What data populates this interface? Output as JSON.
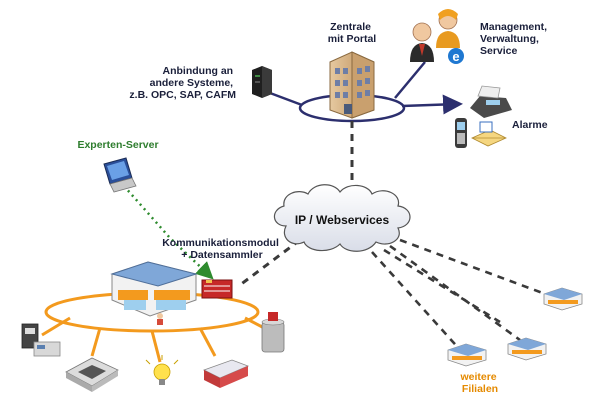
{
  "labels": {
    "zentrale": [
      "Zentrale",
      "mit Portal"
    ],
    "management": [
      "Management,",
      "Verwaltung,",
      "Service"
    ],
    "anbindung": [
      "Anbindung an",
      "andere Systeme,",
      "z.B. OPC, SAP, CAFM"
    ],
    "alarme": "Alarme",
    "experten_server": "Experten-Server",
    "cloud": "IP / Webservices",
    "kommunikation": [
      "Kommunikationsmodul",
      "+ Datensammler"
    ],
    "filialen": [
      "weitere",
      "Filialen"
    ]
  },
  "colors": {
    "ring_dark": "#2c2f6e",
    "ring_orange": "#f39a1e",
    "dashed": "#3a3a3a",
    "dotted_green": "#2e8b2e",
    "label_dark": "#1a1f3a",
    "label_green": "#2e7d2e",
    "label_orange": "#e58a00"
  },
  "icons": {
    "hq": "office-building-icon",
    "users": "users-icon",
    "browser": "internet-explorer-icon",
    "server": "server-icon",
    "fax": "fax-icon",
    "mobile": "mobile-phone-icon",
    "email": "email-icon",
    "monitor": "monitor-icon",
    "store": "store-building-icon",
    "module": "communication-module-icon",
    "meter": "electricity-meter-icon",
    "hvac": "ceiling-ac-icon",
    "bulb": "light-bulb-icon",
    "freezer": "freezer-icon",
    "tank": "gas-cylinder-icon"
  }
}
